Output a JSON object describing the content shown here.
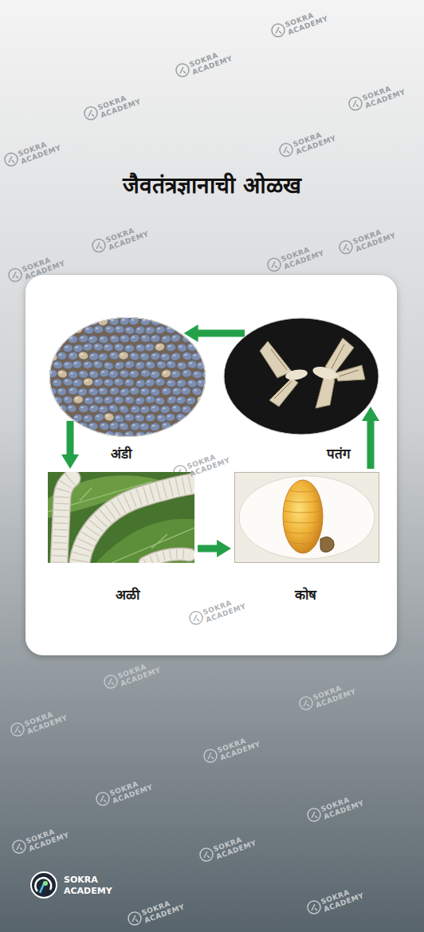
{
  "diagram": {
    "title": "जैवतंत्रज्ञानाची ओळख",
    "nodes": [
      {
        "text": [
          "अंडी"
        ]
      },
      {
        "text": [
          "पतंग"
        ]
      },
      {
        "text": [
          "अळी"
        ]
      },
      {
        "text": [
          "कोष"
        ]
      }
    ],
    "edges": [
      {
        "from": 1,
        "to": 0,
        "arrow": "to"
      },
      {
        "from": 0,
        "to": 2,
        "arrow": "to"
      },
      {
        "from": 2,
        "to": 3,
        "arrow": "to"
      },
      {
        "from": 3,
        "to": 1,
        "arrow": "to"
      }
    ],
    "labels": [
      "SOKRA ACADEMY",
      "SOKRA ACADEMY",
      "SOKRA ACADEMY",
      "SOKRA ACADEMY",
      "SOKRA ACADEMY",
      "SOKRA ACADEMY",
      "SOKRA ACADEMY",
      "SOKRA ACADEMY",
      "SOKRA ACADEMY",
      "SOKRA ACADEMY",
      "SOKRA ACADEMY",
      "SOKRA ACADEMY",
      "SOKRA ACADEMY",
      "SOKRA ACADEMY",
      "SOKRA ACADEMY",
      "SOKRA ACADEMY",
      "SOKRA ACADEMY",
      "SOKRA ACADEMY",
      "SOKRA ACADEMY",
      "SOKRA ACADEMY",
      "SOKRA ACADEMY",
      "SOKRA ACADEMY",
      "SOKRA ACADEMY"
    ]
  }
}
